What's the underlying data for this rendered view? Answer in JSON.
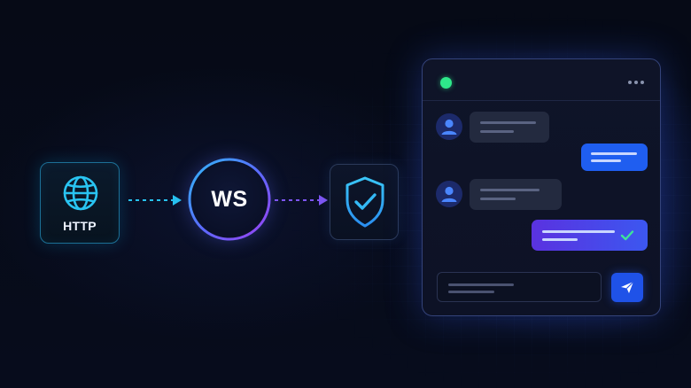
{
  "diagram": {
    "nodes": {
      "http": {
        "label": "HTTP",
        "icon": "globe-icon",
        "color": "#29c4f2"
      },
      "websocket": {
        "label": "WS",
        "gradient": [
          "#2ec0f5",
          "#5a6cff",
          "#a23df0"
        ]
      },
      "security": {
        "icon": "shield-check-icon",
        "color": "#29b5f5"
      }
    },
    "connectors": [
      {
        "from": "http",
        "to": "websocket",
        "style": "dashed-arrow",
        "color": "#27c2ef"
      },
      {
        "from": "websocket",
        "to": "security",
        "style": "dashed-arrow",
        "color": "#7d55f2"
      }
    ]
  },
  "chat_window": {
    "status_icon": "online-dot",
    "status_color": "#2ee88a",
    "menu_icon": "more-dots-icon",
    "messages": [
      {
        "direction": "incoming",
        "avatar": "user-avatar-icon"
      },
      {
        "direction": "outgoing",
        "color": "#1f5ef0"
      },
      {
        "direction": "incoming",
        "avatar": "user-avatar-icon"
      },
      {
        "direction": "outgoing",
        "color": "#5a32e0",
        "status_icon": "check-icon"
      }
    ],
    "composer": {
      "send_icon": "send-icon",
      "send_color": "#1f52e8"
    }
  }
}
